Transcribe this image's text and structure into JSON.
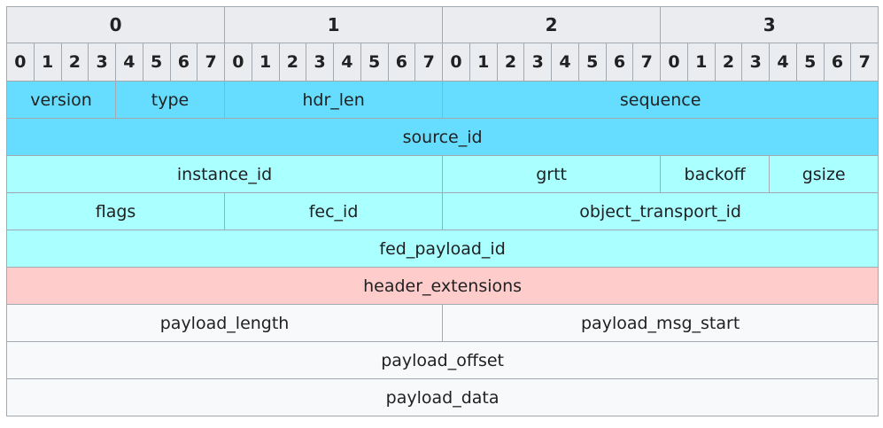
{
  "byte_headers": [
    "0",
    "1",
    "2",
    "3"
  ],
  "bit_labels": [
    "0",
    "1",
    "2",
    "3",
    "4",
    "5",
    "6",
    "7"
  ],
  "colors": {
    "header_bg": "#eaecf0",
    "border": "#a2a9b1",
    "common_header": "#66ddff",
    "variant_header": "#aaffff",
    "extension": "#ffcccc",
    "payload": "#f8f9fa"
  },
  "rows": [
    [
      {
        "label": "version",
        "bits": 4,
        "color": "common_header"
      },
      {
        "label": "type",
        "bits": 4,
        "color": "common_header"
      },
      {
        "label": "hdr_len",
        "bits": 8,
        "color": "common_header"
      },
      {
        "label": "sequence",
        "bits": 16,
        "color": "common_header"
      }
    ],
    [
      {
        "label": "source_id",
        "bits": 32,
        "color": "common_header"
      }
    ],
    [
      {
        "label": "instance_id",
        "bits": 16,
        "color": "variant_header"
      },
      {
        "label": "grtt",
        "bits": 8,
        "color": "variant_header"
      },
      {
        "label": "backoff",
        "bits": 4,
        "color": "variant_header"
      },
      {
        "label": "gsize",
        "bits": 4,
        "color": "variant_header"
      }
    ],
    [
      {
        "label": "flags",
        "bits": 8,
        "color": "variant_header"
      },
      {
        "label": "fec_id",
        "bits": 8,
        "color": "variant_header"
      },
      {
        "label": "object_transport_id",
        "bits": 16,
        "color": "variant_header"
      }
    ],
    [
      {
        "label": "fed_payload_id",
        "bits": 32,
        "color": "variant_header"
      }
    ],
    [
      {
        "label": "header_extensions",
        "bits": 32,
        "color": "extension"
      }
    ],
    [
      {
        "label": "payload_length",
        "bits": 16,
        "color": "payload"
      },
      {
        "label": "payload_msg_start",
        "bits": 16,
        "color": "payload"
      }
    ],
    [
      {
        "label": "payload_offset",
        "bits": 32,
        "color": "payload"
      }
    ],
    [
      {
        "label": "payload_data",
        "bits": 32,
        "color": "payload"
      }
    ]
  ]
}
